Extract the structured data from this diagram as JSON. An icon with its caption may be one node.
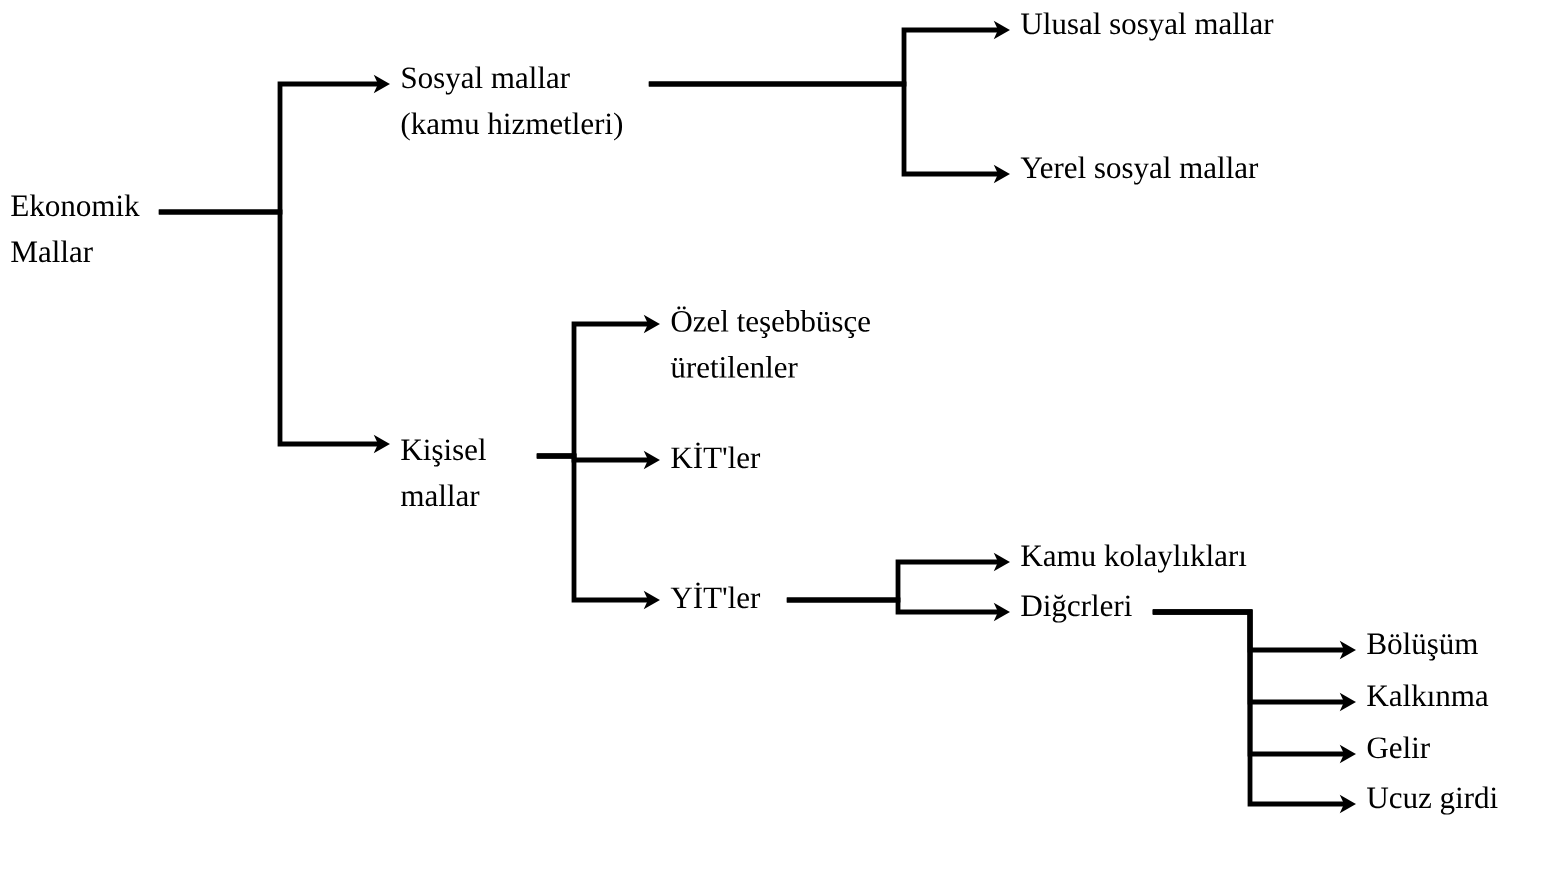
{
  "diagram": {
    "nodes": [
      {
        "text": [
          "Ekonomik Mallar"
        ]
      },
      {
        "text": [
          "Sosyal mallar (kamu hizmetleri)"
        ]
      },
      {
        "text": [
          "Ulusal sosyal mallar"
        ]
      },
      {
        "text": [
          "Yerel sosyal mallar"
        ]
      },
      {
        "text": [
          "Kişisel mallar"
        ]
      },
      {
        "text": [
          "Özel teşebbüsçe üretilenler"
        ]
      },
      {
        "text": [
          "KİT'ler"
        ]
      },
      {
        "text": [
          "YİT'ler"
        ]
      },
      {
        "text": [
          "Kamu kolaylıkları"
        ]
      },
      {
        "text": [
          "Diğcrleri"
        ]
      },
      {
        "text": [
          "Bölüşüm"
        ]
      },
      {
        "text": [
          "Kalkınma"
        ]
      },
      {
        "text": [
          "Gelir"
        ]
      },
      {
        "text": [
          "Ucuz girdi"
        ]
      }
    ],
    "edges": [
      {
        "from": 0,
        "to": 1,
        "arrow": "to"
      },
      {
        "from": 0,
        "to": 4,
        "arrow": "to"
      },
      {
        "from": 1,
        "to": 2,
        "arrow": "to"
      },
      {
        "from": 1,
        "to": 3,
        "arrow": "to"
      },
      {
        "from": 4,
        "to": 5,
        "arrow": "to"
      },
      {
        "from": 4,
        "to": 6,
        "arrow": "to"
      },
      {
        "from": 4,
        "to": 7,
        "arrow": "to"
      },
      {
        "from": 7,
        "to": 8,
        "arrow": "to"
      },
      {
        "from": 7,
        "to": 9,
        "arrow": "to"
      },
      {
        "from": 9,
        "to": 10,
        "arrow": "to"
      },
      {
        "from": 9,
        "to": 11,
        "arrow": "to"
      },
      {
        "from": 9,
        "to": 12,
        "arrow": "to"
      },
      {
        "from": 9,
        "to": 13,
        "arrow": "to"
      }
    ]
  }
}
